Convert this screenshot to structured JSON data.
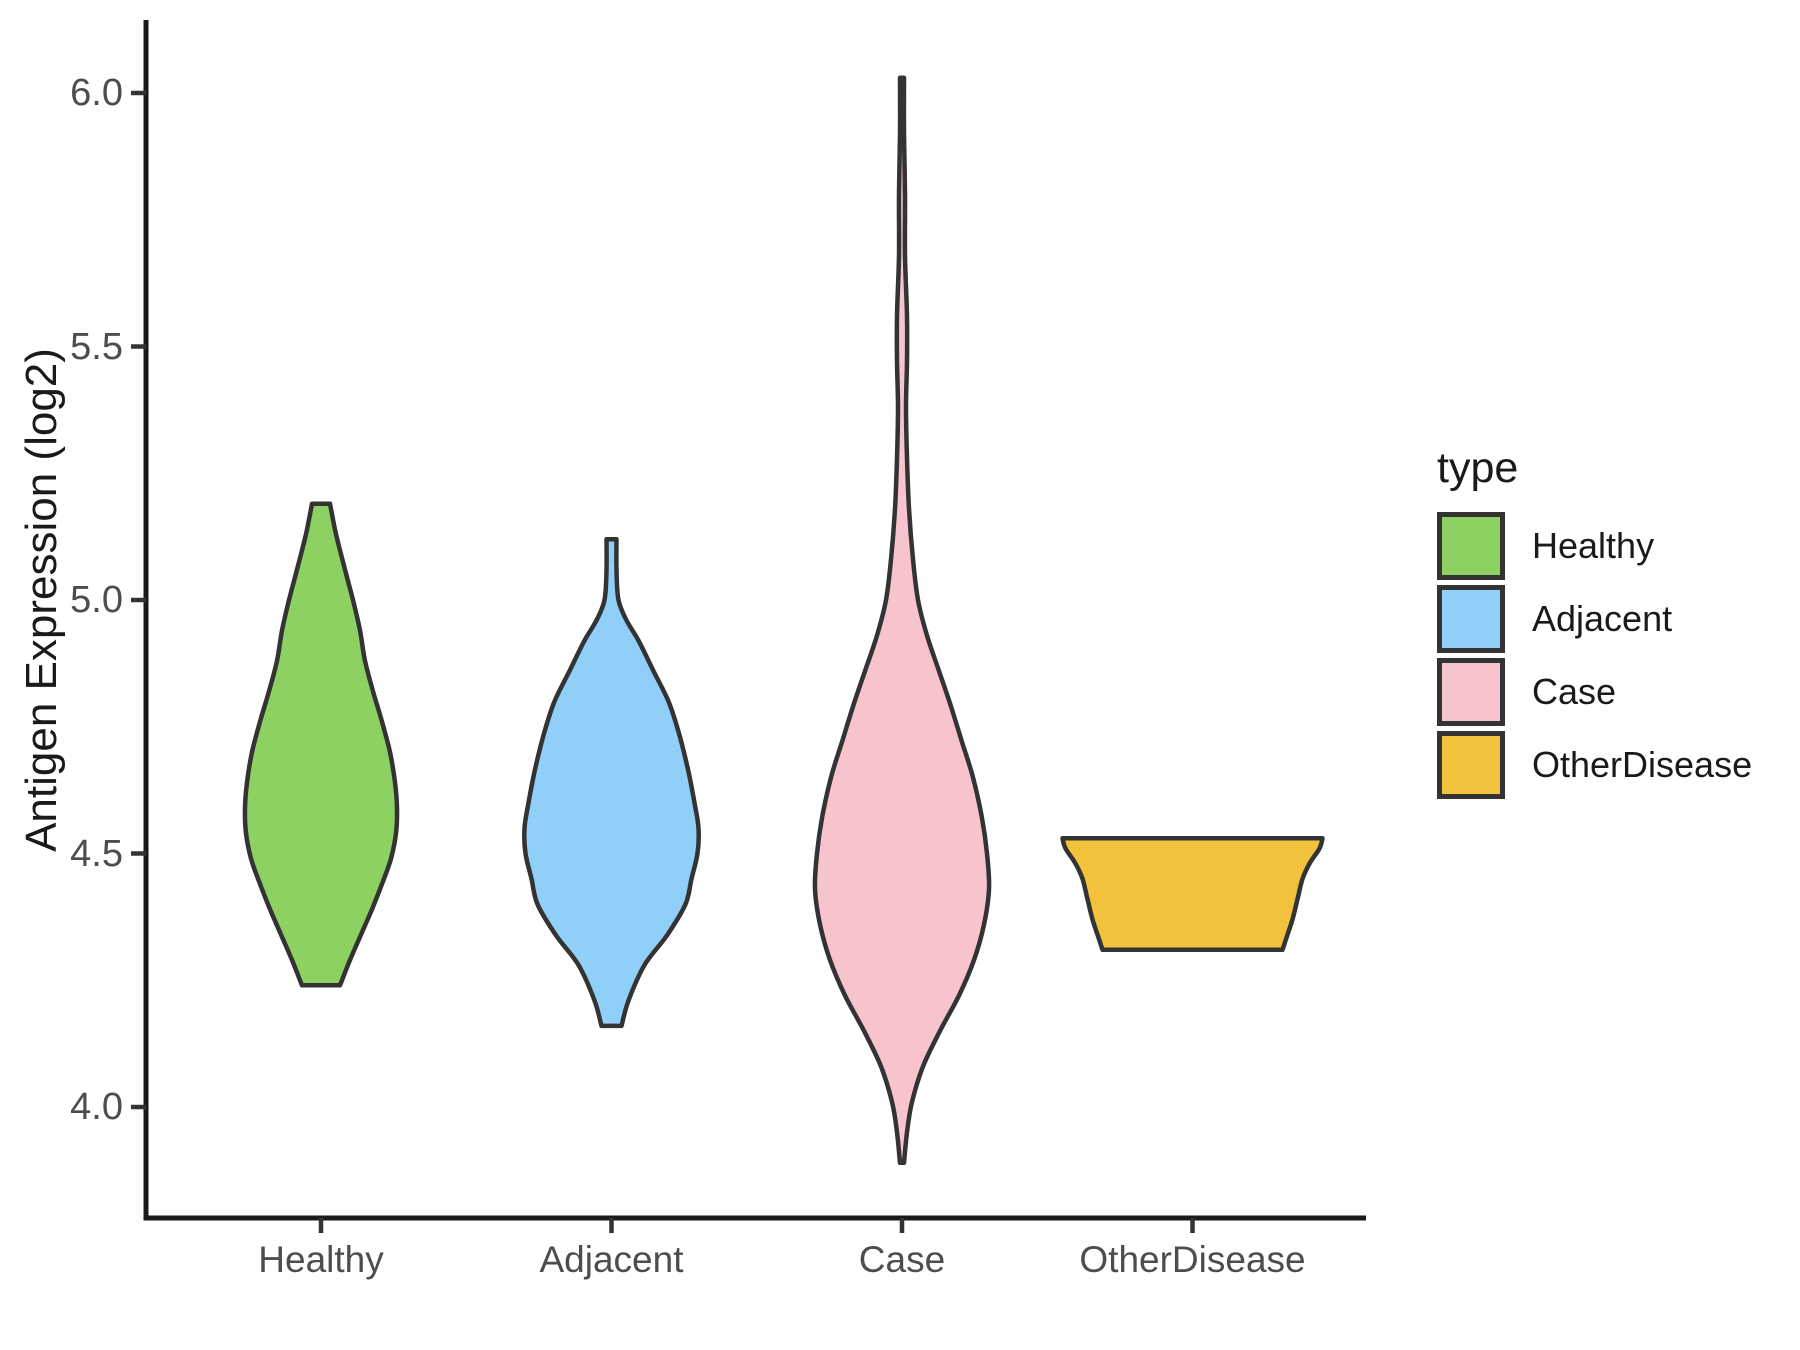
{
  "chart_data": {
    "type": "violin",
    "title": "",
    "xlabel": "",
    "ylabel": "Antigen Expression (log2)",
    "categories": [
      "Healthy",
      "Adjacent",
      "Case",
      "OtherDisease"
    ],
    "y_ticks": [
      {
        "label": "4.0",
        "value": 4.0
      },
      {
        "label": "4.5",
        "value": 4.5
      },
      {
        "label": "5.0",
        "value": 5.0
      },
      {
        "label": "5.5",
        "value": 5.5
      },
      {
        "label": "6.0",
        "value": 6.0
      }
    ],
    "ylim": [
      3.82,
      6.12
    ],
    "grid": "off",
    "legend": {
      "title": "type",
      "position": "right",
      "entries": [
        {
          "label": "Healthy",
          "color": "#8CD161"
        },
        {
          "label": "Adjacent",
          "color": "#90CFF8"
        },
        {
          "label": "Case",
          "color": "#F7C3CD"
        },
        {
          "label": "OtherDisease",
          "color": "#F3C23D"
        }
      ]
    },
    "series": [
      {
        "name": "Healthy",
        "color": "#8CD161",
        "min": 4.24,
        "max": 5.19,
        "peak_density_at": 4.6,
        "profile": [
          [
            5.19,
            9
          ],
          [
            5.13,
            15
          ],
          [
            5.06,
            24
          ],
          [
            5.0,
            32
          ],
          [
            4.94,
            39
          ],
          [
            4.88,
            44
          ],
          [
            4.82,
            52
          ],
          [
            4.76,
            61
          ],
          [
            4.7,
            69
          ],
          [
            4.64,
            74
          ],
          [
            4.59,
            76
          ],
          [
            4.54,
            75
          ],
          [
            4.49,
            70
          ],
          [
            4.44,
            61
          ],
          [
            4.39,
            51
          ],
          [
            4.34,
            40
          ],
          [
            4.29,
            29
          ],
          [
            4.25,
            21
          ],
          [
            4.24,
            19
          ]
        ]
      },
      {
        "name": "Adjacent",
        "color": "#90CFF8",
        "min": 4.16,
        "max": 5.12,
        "peak_density_at": 4.53,
        "profile": [
          [
            5.12,
            5
          ],
          [
            5.06,
            5
          ],
          [
            5.0,
            7
          ],
          [
            4.96,
            15
          ],
          [
            4.92,
            27
          ],
          [
            4.86,
            42
          ],
          [
            4.8,
            57
          ],
          [
            4.74,
            67
          ],
          [
            4.67,
            76
          ],
          [
            4.6,
            83
          ],
          [
            4.55,
            87
          ],
          [
            4.5,
            86
          ],
          [
            4.45,
            80
          ],
          [
            4.4,
            74
          ],
          [
            4.34,
            56
          ],
          [
            4.28,
            33
          ],
          [
            4.21,
            17
          ],
          [
            4.16,
            10
          ]
        ]
      },
      {
        "name": "Case",
        "color": "#F7C3CD",
        "min": 3.89,
        "max": 6.03,
        "peak_density_at": 4.43,
        "profile": [
          [
            6.03,
            2
          ],
          [
            5.92,
            2
          ],
          [
            5.8,
            3
          ],
          [
            5.68,
            3
          ],
          [
            5.56,
            5
          ],
          [
            5.47,
            5
          ],
          [
            5.38,
            4
          ],
          [
            5.28,
            5
          ],
          [
            5.18,
            7
          ],
          [
            5.08,
            11
          ],
          [
            5.0,
            16
          ],
          [
            4.93,
            25
          ],
          [
            4.86,
            37
          ],
          [
            4.79,
            49
          ],
          [
            4.72,
            60
          ],
          [
            4.65,
            71
          ],
          [
            4.57,
            80
          ],
          [
            4.5,
            85
          ],
          [
            4.43,
            87
          ],
          [
            4.36,
            82
          ],
          [
            4.29,
            72
          ],
          [
            4.22,
            57
          ],
          [
            4.15,
            38
          ],
          [
            4.08,
            21
          ],
          [
            4.01,
            10
          ],
          [
            3.95,
            5
          ],
          [
            3.89,
            2
          ]
        ]
      },
      {
        "name": "OtherDisease",
        "color": "#F3C23D",
        "min": 4.31,
        "max": 4.53,
        "peak_density_at": 4.53,
        "profile": [
          [
            4.53,
            130
          ],
          [
            4.51,
            127
          ],
          [
            4.48,
            117
          ],
          [
            4.45,
            110
          ],
          [
            4.41,
            105
          ],
          [
            4.37,
            100
          ],
          [
            4.34,
            95
          ],
          [
            4.31,
            90
          ]
        ]
      }
    ],
    "colors": {
      "violin_outline": "#333333",
      "axis_line": "#1a1a1a",
      "tick_mark": "#333333",
      "tick_label": "#4d4d4d",
      "title_text": "#1a1a1a",
      "background": "#ffffff"
    }
  }
}
